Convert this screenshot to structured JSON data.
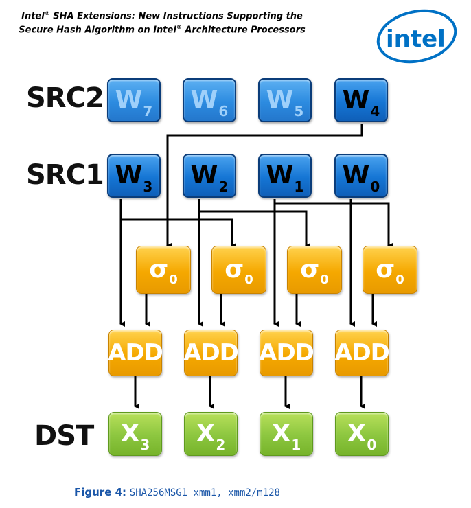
{
  "header": {
    "line1_pre": "Intel",
    "line1_post": " SHA Extensions: New Instructions Supporting the",
    "line2_pre": "Secure Hash Algorithm on Intel",
    "line2_post": " Architecture Processors",
    "reg": "®"
  },
  "logo": {
    "text": "intel",
    "color": "#0071c5"
  },
  "rows": {
    "src2": "SRC2",
    "src1": "SRC1",
    "dst": "DST"
  },
  "src2": [
    {
      "letter": "W",
      "sub": "7"
    },
    {
      "letter": "W",
      "sub": "6"
    },
    {
      "letter": "W",
      "sub": "5"
    },
    {
      "letter": "W",
      "sub": "4"
    }
  ],
  "src1": [
    {
      "letter": "W",
      "sub": "3"
    },
    {
      "letter": "W",
      "sub": "2"
    },
    {
      "letter": "W",
      "sub": "1"
    },
    {
      "letter": "W",
      "sub": "0"
    }
  ],
  "sigma": {
    "letter": "σ",
    "sub": "0"
  },
  "add": "ADD",
  "dst": [
    {
      "letter": "X",
      "sub": "3"
    },
    {
      "letter": "X",
      "sub": "2"
    },
    {
      "letter": "X",
      "sub": "1"
    },
    {
      "letter": "X",
      "sub": "0"
    }
  ],
  "caption": {
    "figure": "Figure 4:",
    "instruction": "SHA256MSG1 xmm1, xmm2/m128"
  },
  "colors": {
    "blue": "#1575d4",
    "orange": "#f5a800",
    "green": "#8cc63f",
    "caption": "#1a56a8"
  }
}
